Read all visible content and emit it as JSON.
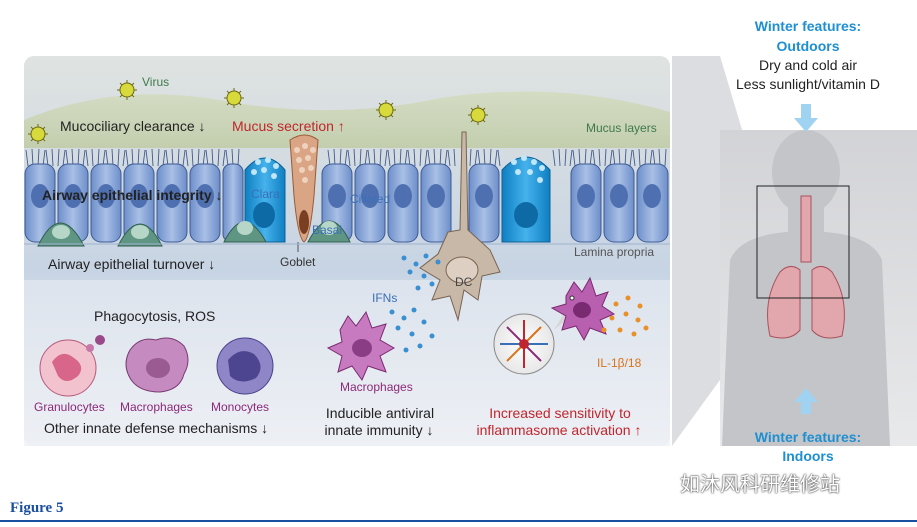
{
  "labels": {
    "virus": "Virus",
    "mucociliary": "Mucociliary clearance ↓",
    "mucus_secretion": "Mucus secretion ↑",
    "mucus_layers": "Mucus layers",
    "epithelial_integrity": "Airway epithelial integrity ↓",
    "clara": "Clara",
    "ciliated": "Ciliated",
    "basal": "Basal",
    "goblet": "Goblet",
    "lamina_propria": "Lamina propria",
    "turnover": "Airway epithelial turnover ↓",
    "dc": "DC",
    "ifns": "IFNs",
    "phagocytosis": "Phagocytosis, ROS",
    "granulocytes": "Granulocytes",
    "macrophages_left": "Macrophages",
    "monocytes": "Monocytes",
    "macrophages_mid": "Macrophages",
    "il1b": "IL-1β/18",
    "other_innate": "Other innate defense mechanisms ↓",
    "inducible_line1": "Inducible antiviral",
    "inducible_line2": "innate immunity ↓",
    "inflammasome_line1": "Increased sensitivity to",
    "inflammasome_line2": "inflammasome activation ↑"
  },
  "outdoor": {
    "title1": "Winter features:",
    "title2": "Outdoors",
    "line1": "Dry and cold air",
    "line2": "Less sunlight/vitamin D"
  },
  "indoor": {
    "title1": "Winter features:",
    "title2": "Indoors"
  },
  "figure_label": "Figure 5",
  "watermark": "如沐风科研维修站",
  "colors": {
    "accent_blue": "#1e8fd0",
    "increase_red": "#c0262d",
    "figure_blue": "#1b4fa0"
  }
}
